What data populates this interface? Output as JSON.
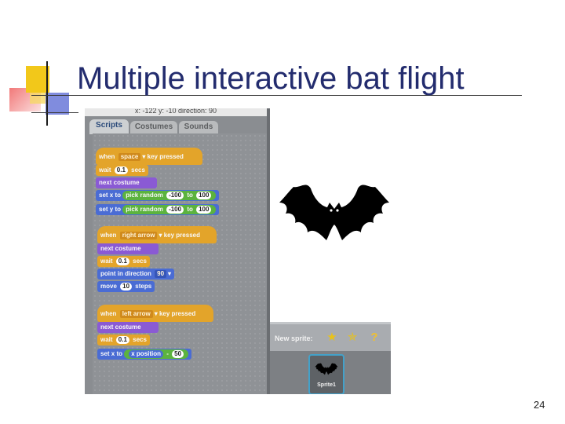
{
  "slide": {
    "title": "Multiple interactive bat flight",
    "page_number": "24"
  },
  "scratch": {
    "coords": "x: -122  y: -10    direction: 90",
    "tabs": [
      {
        "label": "Scripts",
        "active": true
      },
      {
        "label": "Costumes",
        "active": false
      },
      {
        "label": "Sounds",
        "active": false
      }
    ],
    "scripts": [
      {
        "hat": {
          "prefix": "when",
          "key": "space",
          "suffix": "key pressed"
        },
        "wait": {
          "label": "wait",
          "value": "0.1",
          "unit": "secs"
        },
        "costume": "next costume",
        "setx": {
          "label": "set x to",
          "op": "pick random",
          "from": "-100",
          "to_label": "to",
          "to": "100"
        },
        "sety": {
          "label": "set y to",
          "op": "pick random",
          "from": "-100",
          "to_label": "to",
          "to": "100"
        }
      },
      {
        "hat": {
          "prefix": "when",
          "key": "right arrow",
          "suffix": "key pressed"
        },
        "costume": "next costume",
        "wait": {
          "label": "wait",
          "value": "0.1",
          "unit": "secs"
        },
        "point": {
          "label": "point in direction",
          "value": "90"
        },
        "move": {
          "label": "move",
          "value": "10",
          "unit": "steps"
        }
      },
      {
        "hat": {
          "prefix": "when",
          "key": "left arrow",
          "suffix": "key pressed"
        },
        "costume": "next costume",
        "wait": {
          "label": "wait",
          "value": "0.1",
          "unit": "secs"
        },
        "setx": {
          "label": "set x to",
          "op": "x position",
          "minus": "-",
          "value": "50"
        }
      }
    ],
    "new_sprite_label": "New sprite:",
    "new_sprite_icons": [
      "paint-star-icon",
      "folder-star-icon",
      "random-sprite-icon"
    ],
    "sprite": {
      "name": "Sprite1"
    },
    "colors": {
      "control": "#e3a42a",
      "looks": "#8a5ad4",
      "motion": "#4a6cd4",
      "operators": "#5cb33e",
      "title": "#232c6e"
    }
  }
}
